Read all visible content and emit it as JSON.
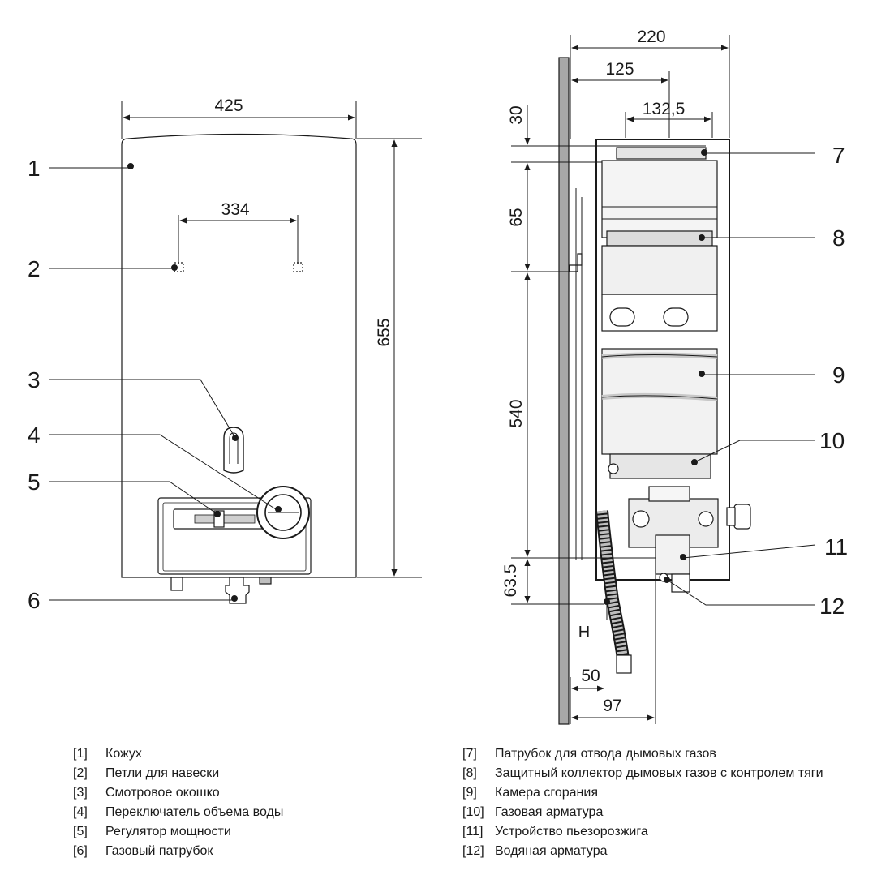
{
  "dimensions": {
    "width_total": "425",
    "hook_spacing": "334",
    "height_total": "655",
    "depth_total": "220",
    "flue_offset": "125",
    "flue_diameter": "132,5",
    "top_offset": "30",
    "hook_to_flue": "65",
    "hook_to_gas": "540",
    "gas_below": "63.5",
    "gas_depth": "50",
    "water_depth": "97",
    "gas_label": "H"
  },
  "callouts": [
    "1",
    "2",
    "3",
    "4",
    "5",
    "6",
    "7",
    "8",
    "9",
    "10",
    "11",
    "12"
  ],
  "legend_left": [
    {
      "num": "[1]",
      "text": "Кожух"
    },
    {
      "num": "[2]",
      "text": "Петли для навески"
    },
    {
      "num": "[3]",
      "text": "Смотровое окошко"
    },
    {
      "num": "[4]",
      "text": "Переключатель объема воды"
    },
    {
      "num": "[5]",
      "text": "Регулятор мощности"
    },
    {
      "num": "[6]",
      "text": "Газовый патрубок"
    }
  ],
  "legend_right": [
    {
      "num": "[7]",
      "text": "Патрубок для отвода дымовых газов"
    },
    {
      "num": "[8]",
      "text": "Защитный коллектор дымовых газов с контролем тяги"
    },
    {
      "num": "[9]",
      "text": "Камера сгорания"
    },
    {
      "num": "[10]",
      "text": "Газовая арматура"
    },
    {
      "num": "[11]",
      "text": "Устройство пьезорозжига"
    },
    {
      "num": "[12]",
      "text": "Водяная арматура"
    }
  ]
}
